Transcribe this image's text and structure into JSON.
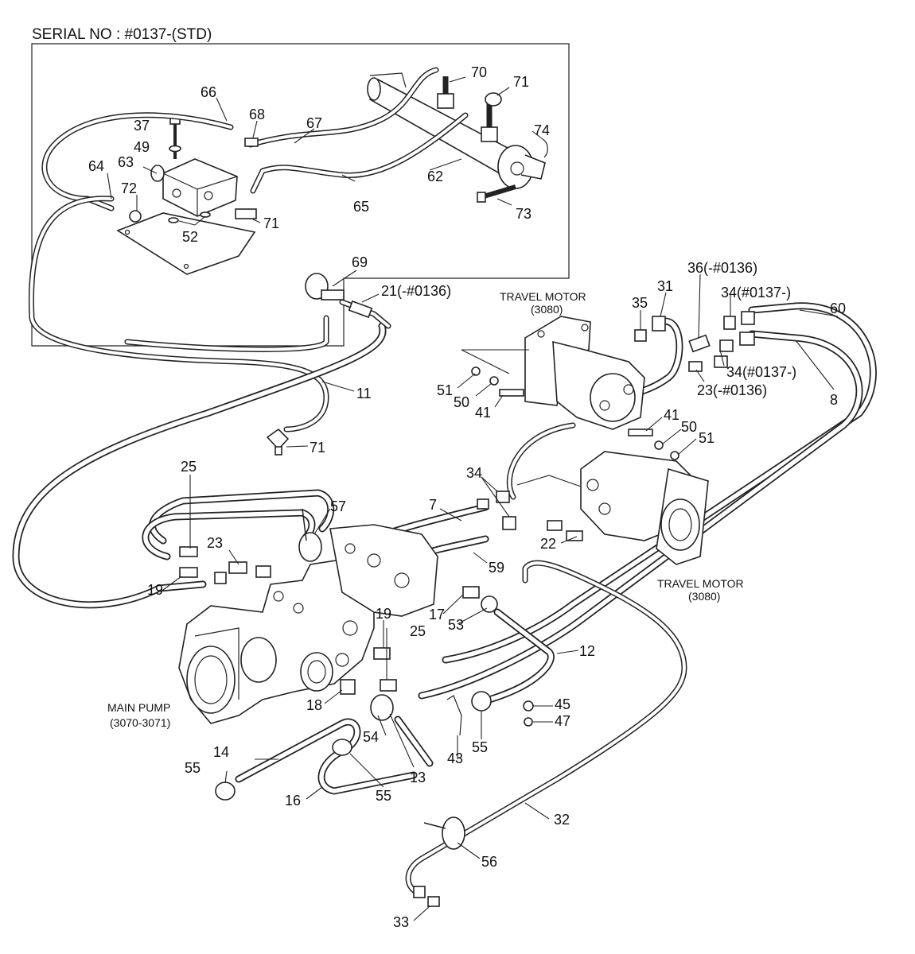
{
  "title": "SERIAL NO : #0137-(STD)",
  "components": {
    "travel_motor_upper": {
      "name": "TRAVEL MOTOR",
      "ref": "(3080)"
    },
    "travel_motor_lower": {
      "name": "TRAVEL MOTOR",
      "ref": "(3080)"
    },
    "main_pump": {
      "name": "MAIN PUMP",
      "ref": "(3070-3071)"
    }
  },
  "callouts": {
    "c70": "70",
    "c71a": "71",
    "c66": "66",
    "c68": "68",
    "c67": "67",
    "c37": "37",
    "c74": "74",
    "c49": "49",
    "c63": "63",
    "c64": "64",
    "c62": "62",
    "c72": "72",
    "c65": "65",
    "c73": "73",
    "c71b": "71",
    "c52": "52",
    "c69": "69",
    "c21": "21(-#0136)",
    "c36": "36(-#0136)",
    "c31": "31",
    "c35": "35",
    "c34a": "34(#0137-)",
    "c60": "60",
    "c34b": "34(#0137-)",
    "c23a": "23(-#0136)",
    "c8": "8",
    "c11": "11",
    "c51a": "51",
    "c50a": "50",
    "c41a": "41",
    "c41b": "41",
    "c50b": "50",
    "c51b": "51",
    "c71c": "71",
    "c25a": "25",
    "c57": "57",
    "c34c": "34",
    "c7": "7",
    "c22": "22",
    "c23b": "23",
    "c59": "59",
    "c19a": "19",
    "c17": "17",
    "c53": "53",
    "c19b": "19",
    "c25b": "25",
    "c12": "12",
    "c18": "18",
    "c45": "45",
    "c47": "47",
    "c54": "54",
    "c14": "14",
    "c13": "13",
    "c43": "43",
    "c55a": "55",
    "c55b": "55",
    "c55c": "55",
    "c16": "16",
    "c32": "32",
    "c56": "56",
    "c33": "33"
  }
}
